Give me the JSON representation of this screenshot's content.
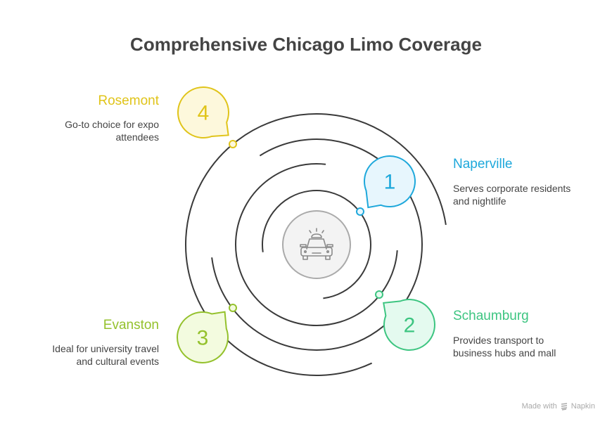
{
  "title": "Comprehensive Chicago Limo Coverage",
  "center_icon": "police-car-icon",
  "items": [
    {
      "number": "1",
      "label": "Naperville",
      "desc_lines": [
        "Serves corporate residents",
        "and nightlife"
      ],
      "stroke": "#1EA8DB",
      "fill": "#E7F6FD"
    },
    {
      "number": "2",
      "label": "Schaumburg",
      "desc_lines": [
        "Provides transport to",
        "business hubs and mall"
      ],
      "stroke": "#3DC581",
      "fill": "#E4FAEF"
    },
    {
      "number": "3",
      "label": "Evanston",
      "desc_lines": [
        "Ideal for university travel",
        "and cultural events"
      ],
      "stroke": "#94C12C",
      "fill": "#F3FBDF"
    },
    {
      "number": "4",
      "label": "Rosemont",
      "desc_lines": [
        "Go-to choice for expo",
        "attendees"
      ],
      "stroke": "#E0C41A",
      "fill": "#FDF8DC"
    }
  ],
  "footer": {
    "made_with": "Made with",
    "brand": "Napkin",
    "brand_icon": "napkin-logo-icon"
  }
}
